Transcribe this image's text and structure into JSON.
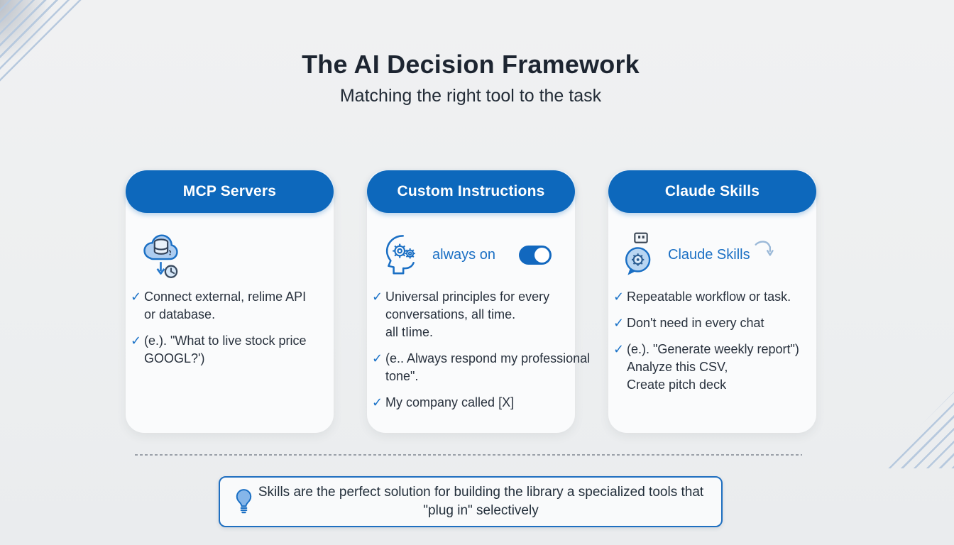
{
  "page": {
    "title": "The AI Decision Framework",
    "subtitle": "Matching the right tool to the task"
  },
  "glyphs": {
    "check": "✓"
  },
  "cards": [
    {
      "header": "MCP Servers",
      "icon": "cloud-database-clock-icon",
      "bullets": [
        "Connect external, relime API\nor database.",
        "(e.). \"What to live stock price\nGOOGL?')"
      ]
    },
    {
      "header": "Custom Instructions",
      "icon": "head-gears-icon",
      "status_label": "always on",
      "toggle_state": "on",
      "bullets": [
        "Universal principles for every\nconversations, all time.\nall tIime.",
        "(e.. Always respond my professional\ntone\".",
        "My company called [X]"
      ]
    },
    {
      "header": "Claude Skills",
      "icon": "usb-chat-gear-icon",
      "caption": "Claude Skills",
      "bullets": [
        "Repeatable workflow or task.",
        "Don't need in every chat",
        "(e.). \"Generate weekly report\")\nAnalyze this CSV,\nCreate pitch deck"
      ]
    }
  ],
  "callout": {
    "icon": "lightbulb-icon",
    "text": "Skills are the perfect solution for building the library a specialized tools that\n\"plug in\" selectively"
  },
  "colors": {
    "accent_blue": "#0d68bc",
    "check_blue": "#1a72c8",
    "icon_blue": "#1a6fc4",
    "light_icon_fill": "#aecdf0",
    "stripe_blue": "#b7c9de",
    "text_dark": "#28313d",
    "card_bg": "#fafbfc",
    "page_bg": "#edeff0"
  }
}
